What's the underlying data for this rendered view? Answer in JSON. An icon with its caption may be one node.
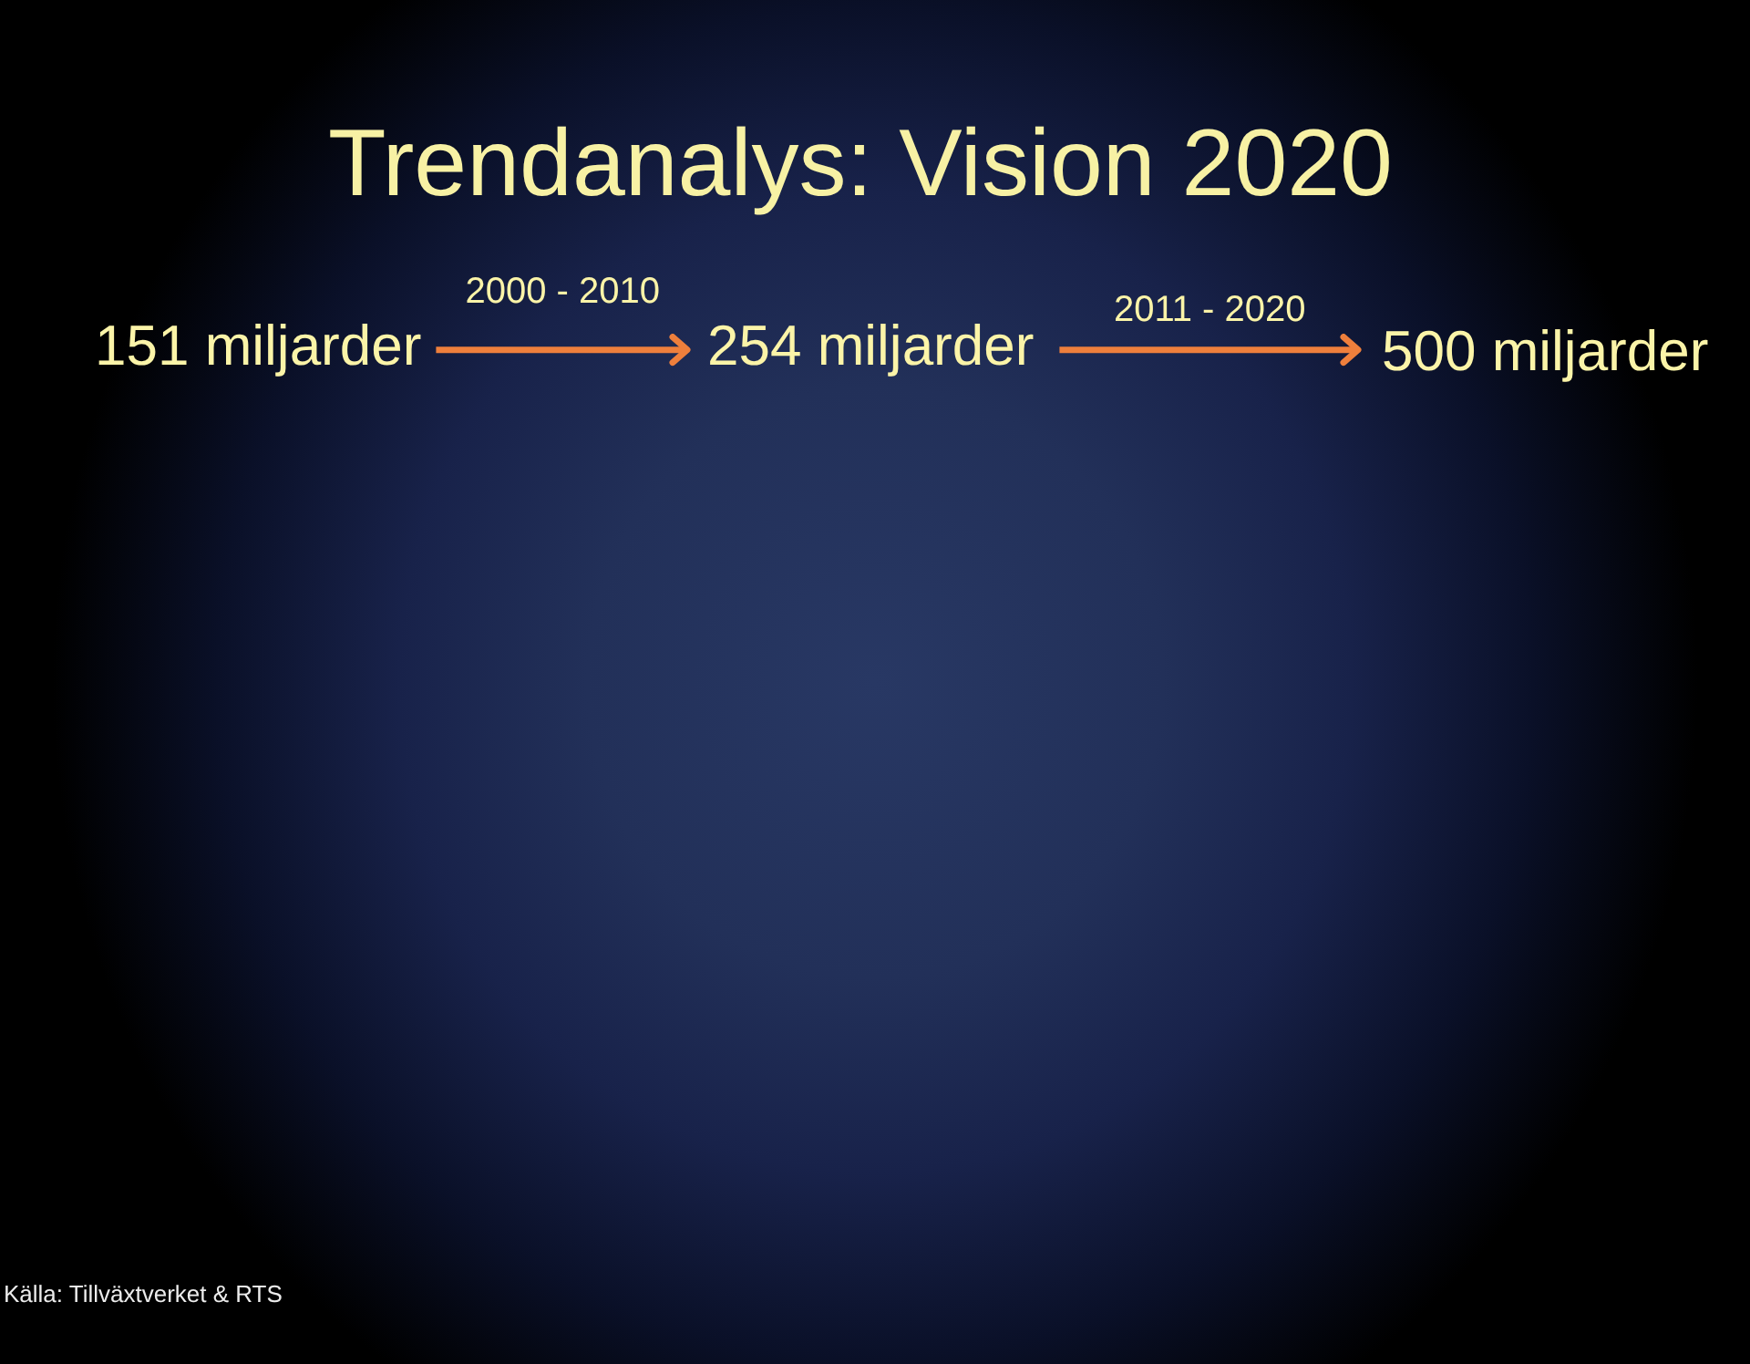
{
  "diagram": {
    "title": "Trendanalys: Vision 2020",
    "nodes": [
      {
        "text": [
          "151 miljarder"
        ]
      },
      {
        "text": [
          "254 miljarder"
        ]
      },
      {
        "text": [
          "500 miljarder"
        ]
      }
    ],
    "edges": [
      {
        "from": 0,
        "to": 1,
        "arrow": "to",
        "label": "2000 - 2010"
      },
      {
        "from": 1,
        "to": 2,
        "arrow": "to",
        "label": "2011 - 2020"
      }
    ],
    "labels": [
      "Källa: Tillväxtverket & RTS"
    ]
  }
}
